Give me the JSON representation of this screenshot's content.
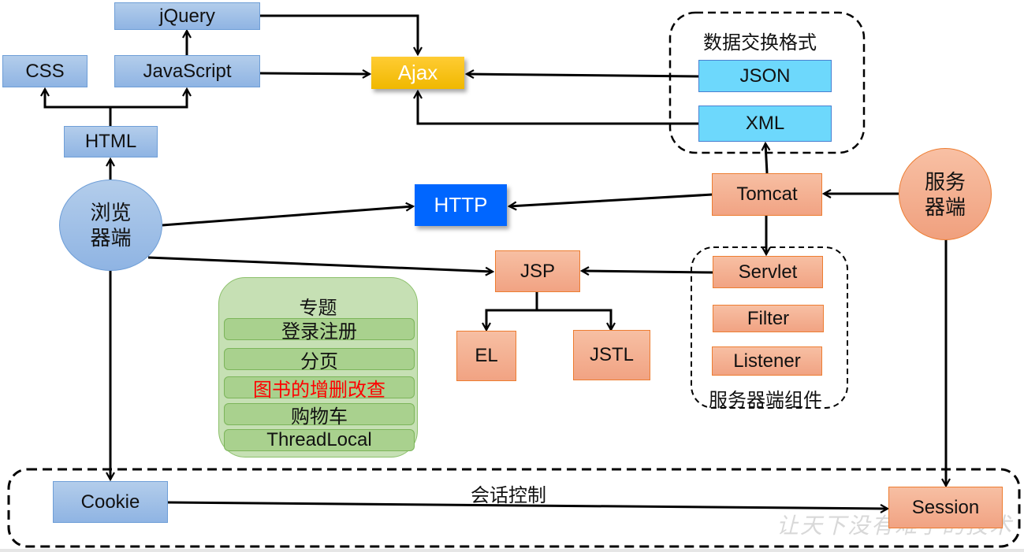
{
  "nodes": {
    "jquery": "jQuery",
    "css": "CSS",
    "javascript": "JavaScript",
    "html": "HTML",
    "ajax": "Ajax",
    "browser": [
      "浏览",
      "器端"
    ],
    "http": "HTTP",
    "tomcat": "Tomcat",
    "server": [
      "服务",
      "器端"
    ],
    "json": "JSON",
    "xml": "XML",
    "jsp": "JSP",
    "el": "EL",
    "jstl": "JSTL",
    "servlet": "Servlet",
    "filter": "Filter",
    "listener": "Listener",
    "cookie": "Cookie",
    "session": "Session"
  },
  "groups": {
    "data_exchange_label": "数据交换格式",
    "server_components_label": "服务器端组件",
    "session_control_label": "会话控制"
  },
  "topics": {
    "title": "专题",
    "items": [
      {
        "label": "登录注册",
        "highlight": false
      },
      {
        "label": "分页",
        "highlight": false
      },
      {
        "label": "图书的增删改查",
        "highlight": true
      },
      {
        "label": "购物车",
        "highlight": false
      },
      {
        "label": "ThreadLocal",
        "highlight": false
      }
    ]
  },
  "colors": {
    "client_blue": "#8fb4e3",
    "server_orange": "#f1a383",
    "ajax_yellow": "#ffc000",
    "http_blue": "#0066ff",
    "format_cyan": "#6dd8fc",
    "topic_green": "#c6e0b4",
    "highlight_red": "#ff0000"
  },
  "watermark": "让天下没有难学的技术"
}
